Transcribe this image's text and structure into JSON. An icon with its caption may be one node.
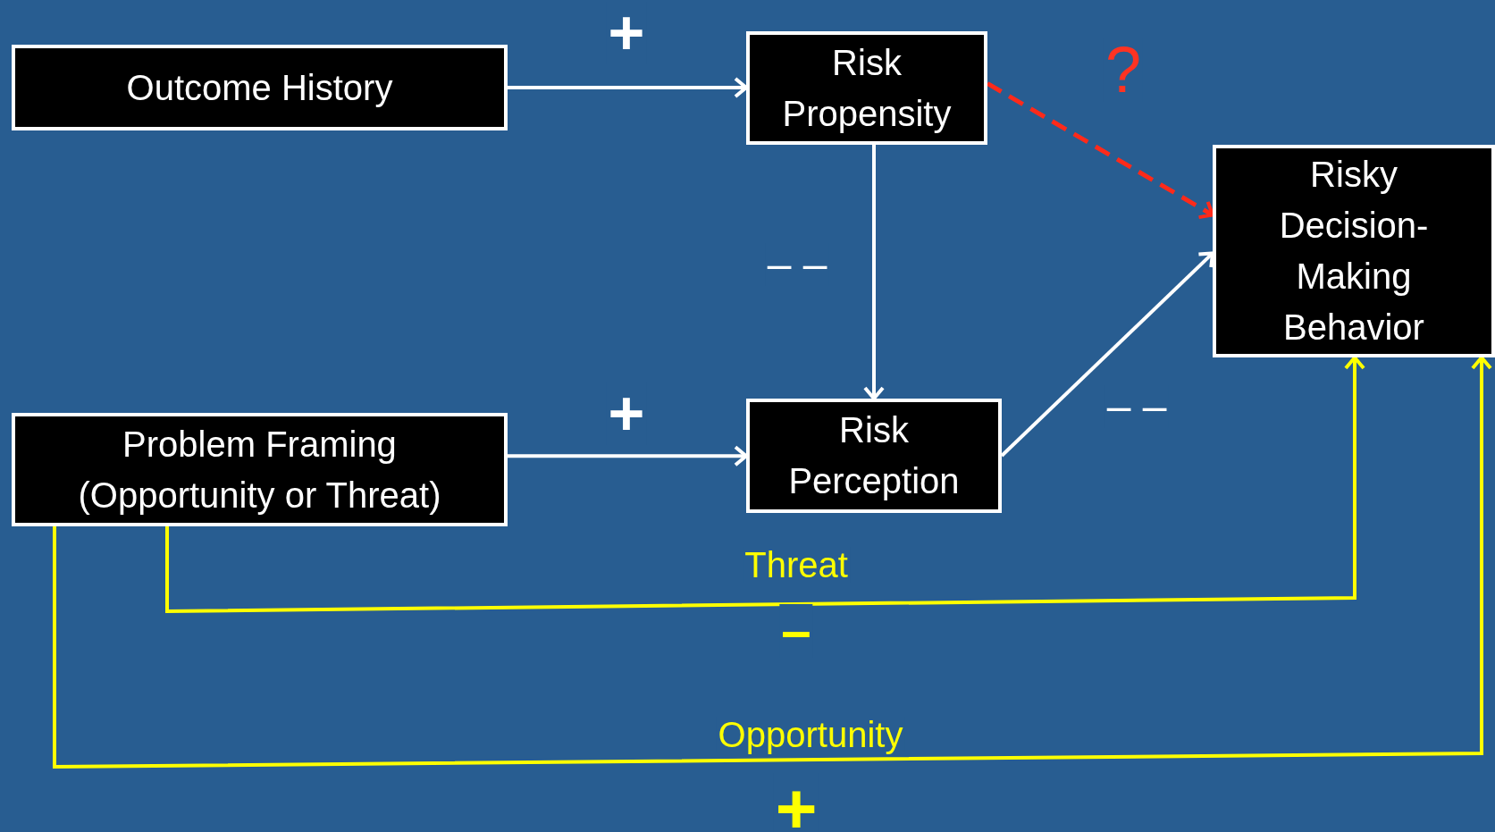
{
  "diagram": {
    "nodes": [
      {
        "text": [
          "Outcome History"
        ]
      },
      {
        "text": [
          "Risk Propensity"
        ]
      },
      {
        "text": [
          "Risky Decision-Making Behavior"
        ]
      },
      {
        "text": [
          "Problem Framing (Opportunity or Threat)"
        ]
      },
      {
        "text": [
          "Risk Perception"
        ]
      }
    ],
    "edges": [
      {
        "from": 0,
        "to": 1,
        "arrow": "to",
        "label": "+"
      },
      {
        "from": 1,
        "to": 2,
        "arrow": "to",
        "label": "?",
        "style": "dashed",
        "color": "#ff2a1a"
      },
      {
        "from": 1,
        "to": 4,
        "arrow": "to",
        "label": "– –"
      },
      {
        "from": 3,
        "to": 4,
        "arrow": "to",
        "label": "+"
      },
      {
        "from": 4,
        "to": 2,
        "arrow": "to",
        "label": "– –"
      },
      {
        "from": 3,
        "to": 2,
        "arrow": "to",
        "label": "Threat",
        "color": "#ffff00"
      },
      {
        "from": 3,
        "to": 2,
        "arrow": "to",
        "label": "Opportunity",
        "color": "#ffff00"
      }
    ],
    "labels": [
      "–",
      "+"
    ]
  }
}
